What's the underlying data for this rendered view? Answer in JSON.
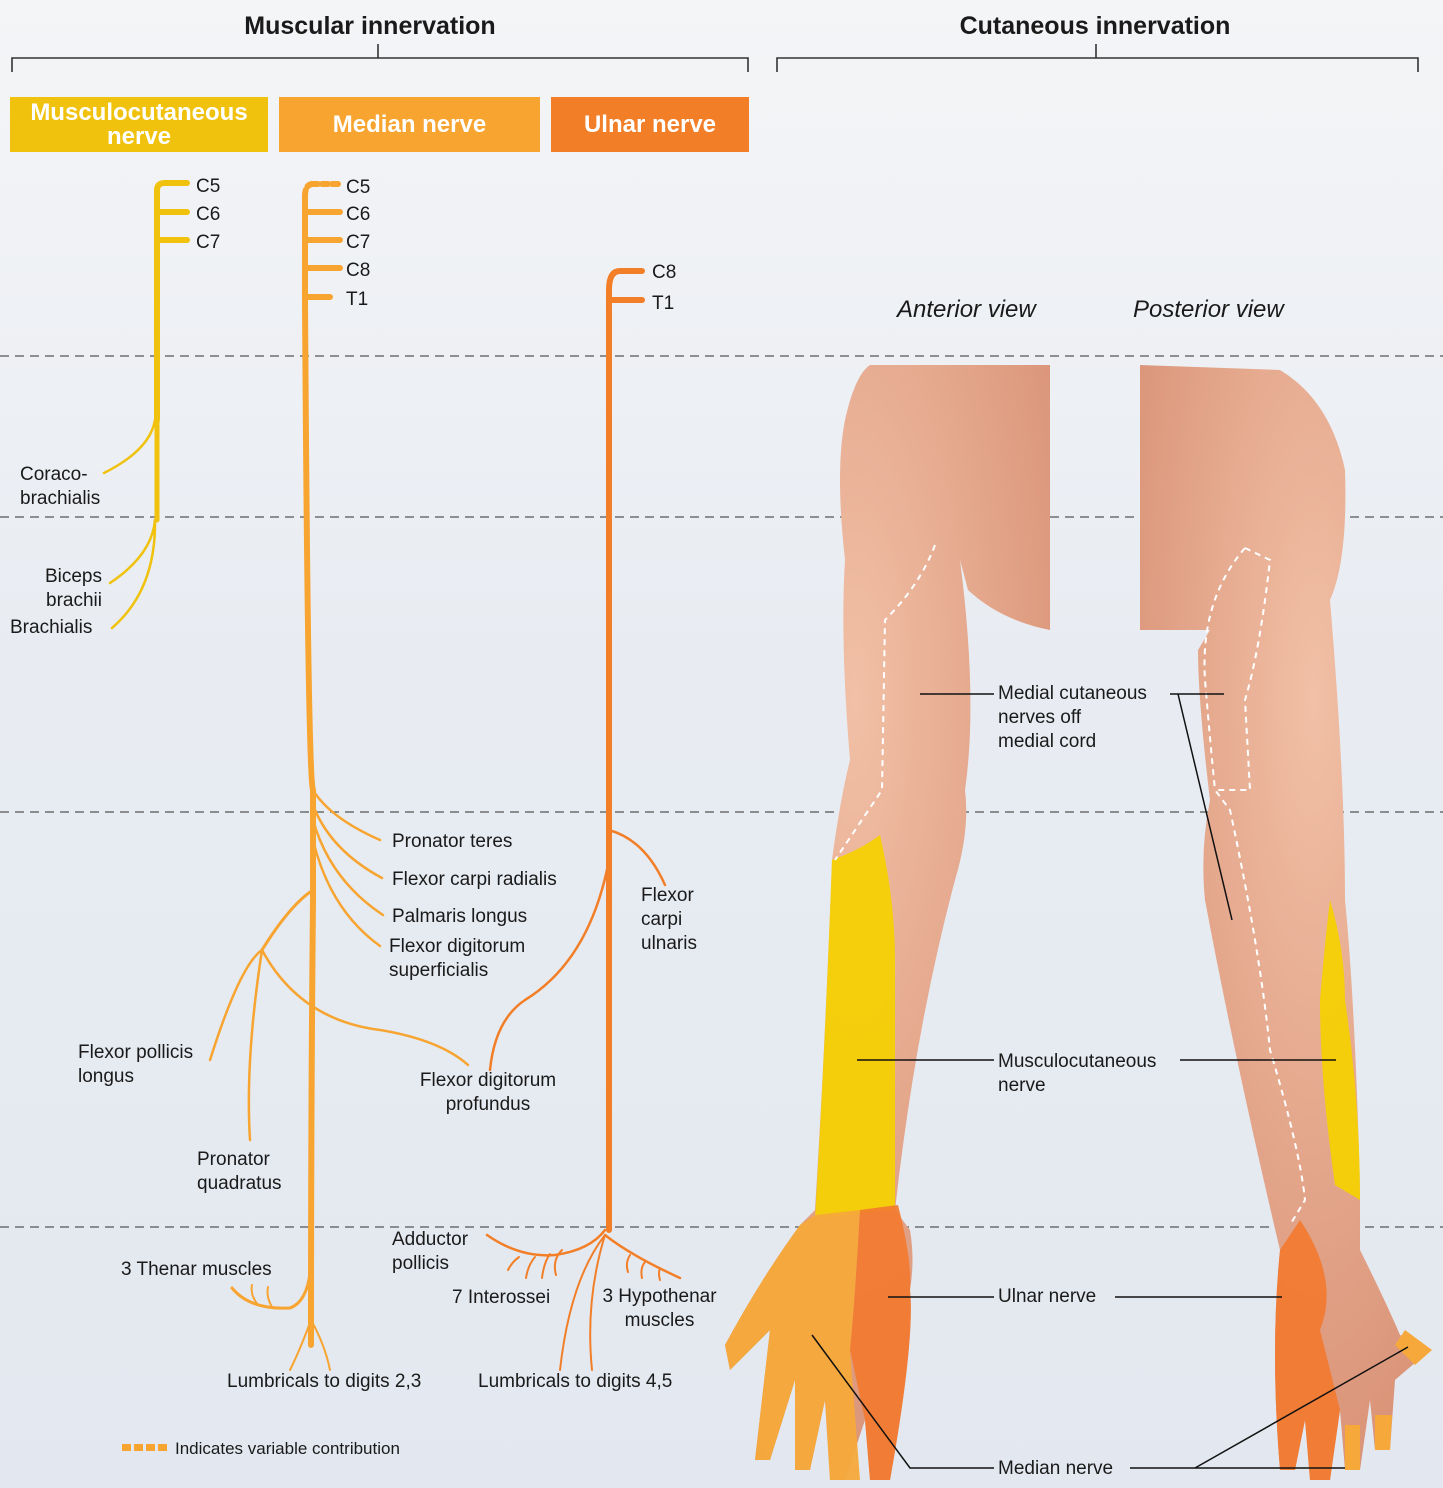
{
  "headers": {
    "muscular": "Muscular innervation",
    "cutaneous": "Cutaneous innervation"
  },
  "nerves": {
    "musculocutaneous": {
      "name": "Musculocutaneous nerve",
      "color": "#f0c20d",
      "roots": [
        "C5",
        "C6",
        "C7"
      ]
    },
    "median": {
      "name": "Median nerve",
      "color": "#f7a430",
      "roots": [
        "C5",
        "C6",
        "C7",
        "C8",
        "T1"
      ]
    },
    "ulnar": {
      "name": "Ulnar nerve",
      "color": "#f27f28",
      "roots": [
        "C8",
        "T1"
      ]
    }
  },
  "muscles": {
    "coracobrachialis": "Coraco-\nbrachialis",
    "biceps": "Biceps\nbrachii",
    "brachialis": "Brachialis",
    "pronator_teres": "Pronator teres",
    "flexor_carpi_radialis": "Flexor carpi radialis",
    "palmaris_longus": "Palmaris longus",
    "fds": "Flexor digitorum\nsuperficialis",
    "fpl": "Flexor pollicis\nlongus",
    "fdp": "Flexor digitorum\nprofundus",
    "fcu": "Flexor\ncarpi\nulnaris",
    "pronator_quadratus": "Pronator\nquadratus",
    "thenar": "3 Thenar muscles",
    "adductor_pollicis": "Adductor\npollicis",
    "interossei": "7 Interossei",
    "hypothenar": "3 Hypothenar\nmuscles",
    "lumbricals_23": "Lumbricals to digits 2,3",
    "lumbricals_45": "Lumbricals to digits 4,5"
  },
  "legend": "Indicates variable contribution",
  "views": {
    "anterior": "Anterior view",
    "posterior": "Posterior view"
  },
  "cutaneous_labels": {
    "medial": "Medial cutaneous\nnerves off\nmedial cord",
    "musculocutaneous": "Musculocutaneous\nnerve",
    "ulnar": "Ulnar nerve",
    "median": "Median nerve"
  },
  "colors": {
    "skin": "#e8a88c",
    "yellow_zone": "#f5d000",
    "median_zone": "#f6a93a",
    "ulnar_zone": "#f27a30"
  }
}
